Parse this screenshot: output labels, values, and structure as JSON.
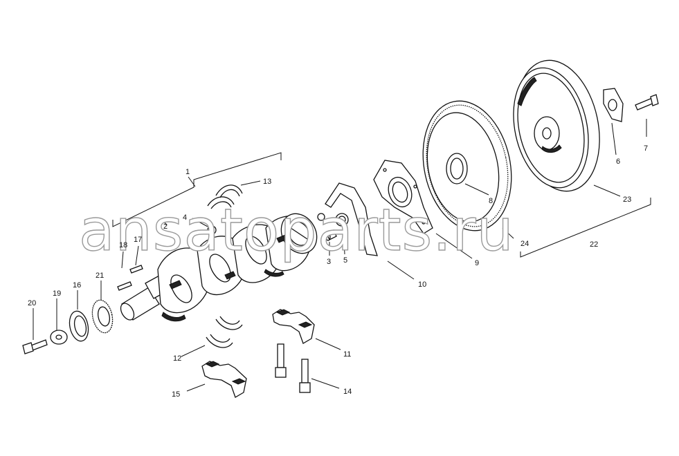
{
  "watermark": "ansatoparts.ru",
  "callouts": {
    "p1": "1",
    "p2": "2",
    "p3": "3",
    "p4": "4",
    "p5": "5",
    "p6": "6",
    "p7": "7",
    "p8": "8",
    "p9": "9",
    "p10": "10",
    "p11": "11",
    "p12": "12",
    "p13": "13",
    "p14": "14",
    "p15": "15",
    "p16": "16",
    "p17": "17",
    "p18": "18",
    "p19": "19",
    "p20": "20",
    "p21": "21",
    "p22": "22",
    "p23": "23",
    "p24": "24"
  },
  "colors": {
    "line": "#111111",
    "watermark_outline": "#9a9a9a",
    "background": "#ffffff"
  }
}
